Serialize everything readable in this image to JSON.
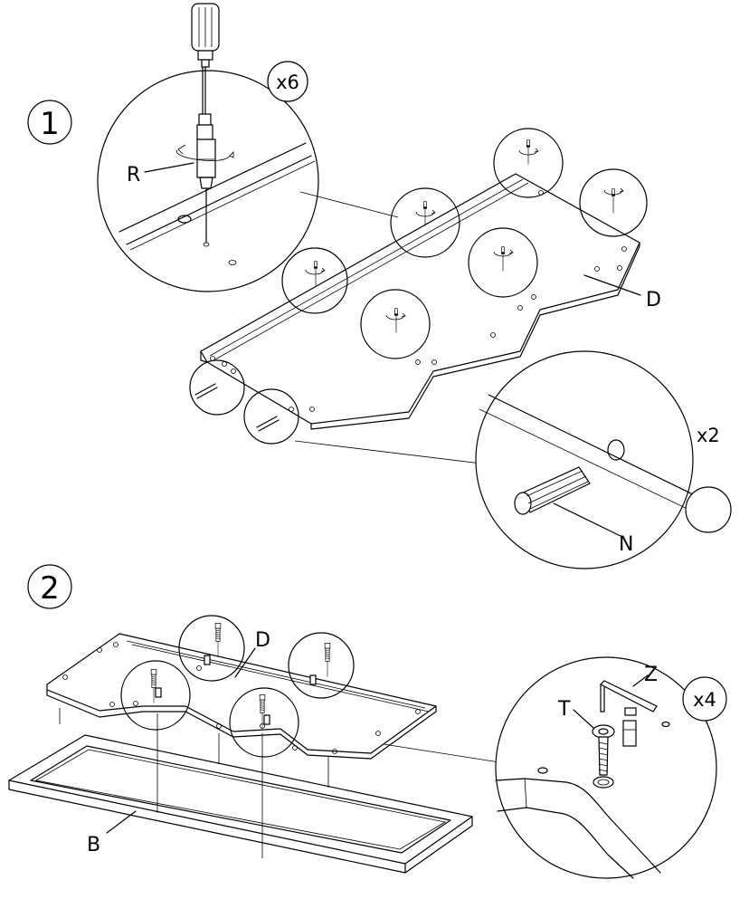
{
  "steps": [
    {
      "number": "1",
      "count": "x6",
      "part_labels": [
        "R",
        "D",
        "N"
      ],
      "secondary_count": "x2"
    },
    {
      "number": "2",
      "count": "x4",
      "part_labels": [
        "D",
        "B",
        "T",
        "Z"
      ]
    }
  ]
}
